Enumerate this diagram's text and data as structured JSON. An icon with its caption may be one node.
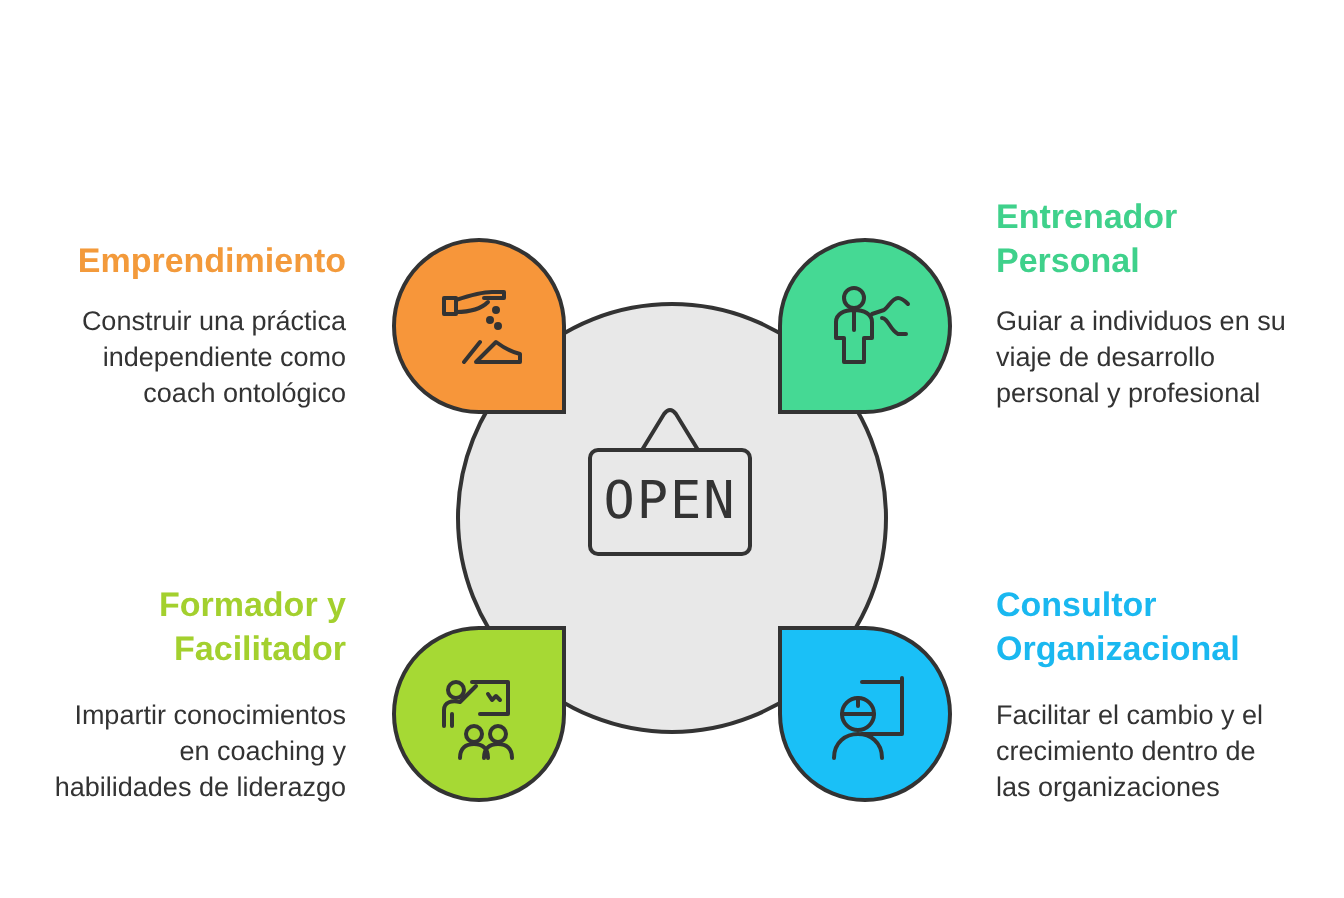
{
  "diagram": {
    "nodes": [
      {
        "text": [
          "OPEN"
        ]
      },
      {
        "text": [
          "Emprendimiento",
          "Construir una práctica independiente como coach ontológico"
        ]
      },
      {
        "text": [
          "Entrenador Personal",
          "Guiar a individuos en su viaje de desarrollo personal y profesional"
        ]
      },
      {
        "text": [
          "Formador y Facilitador",
          "Impartir conocimientos en coaching y habilidades de liderazgo"
        ]
      },
      {
        "text": [
          "Consultor Organizacional",
          "Facilitar el cambio y el crecimiento dentro de las organizaciones"
        ]
      }
    ]
  }
}
